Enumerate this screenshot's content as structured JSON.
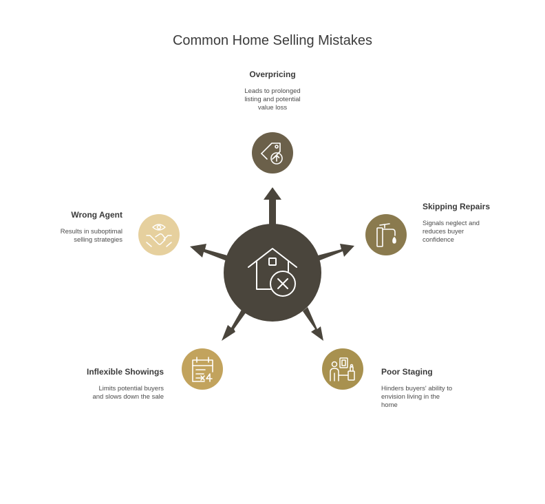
{
  "title": "Common Home Selling Mistakes",
  "center": {
    "icon": "house-x-icon",
    "color": "#4a453c"
  },
  "items": [
    {
      "key": "overpricing",
      "title": "Overpricing",
      "description": "Leads to prolonged listing and potential value loss",
      "icon": "price-tag-up-icon",
      "color": "#6b604a",
      "icon_color": "#ffffff"
    },
    {
      "key": "skipping-repairs",
      "title": "Skipping Repairs",
      "description": "Signals neglect and reduces buyer confidence",
      "icon": "faucet-drip-icon",
      "color": "#8a7a4e",
      "icon_color": "#ffffff"
    },
    {
      "key": "poor-staging",
      "title": "Poor Staging",
      "description": "Hinders buyers' ability to envision living in the home",
      "icon": "staging-room-icon",
      "color": "#a8914f",
      "icon_color": "#ffffff"
    },
    {
      "key": "inflexible-showings",
      "title": "Inflexible Showings",
      "description": "Limits potential buyers and slows down the sale",
      "icon": "calendar-x4-icon",
      "color": "#c2a35d",
      "icon_color": "#ffffff"
    },
    {
      "key": "wrong-agent",
      "title": "Wrong Agent",
      "description": "Results in suboptimal selling strategies",
      "icon": "handshake-eye-icon",
      "color": "#e6d09e",
      "icon_color": "#ffffff"
    }
  ],
  "arrow_color": "#4a453c"
}
